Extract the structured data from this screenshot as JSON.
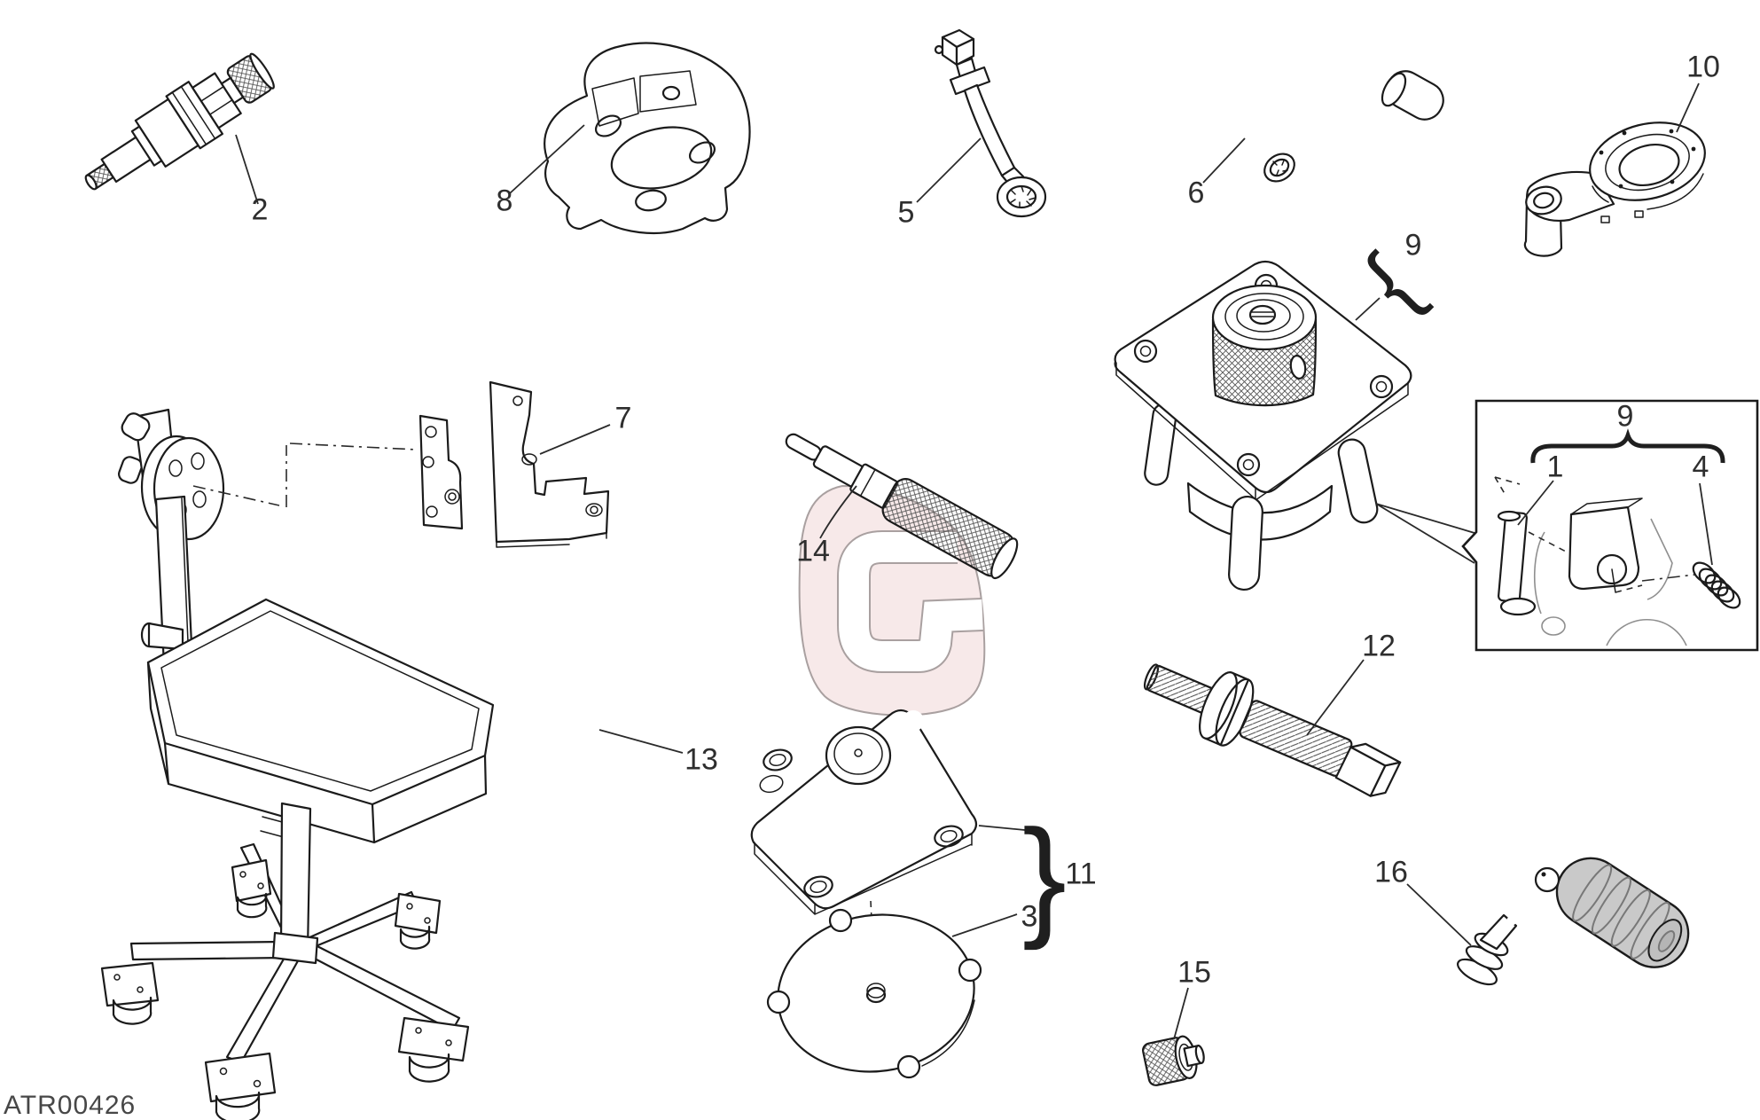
{
  "diagram": {
    "code": "ATR00426",
    "watermark_letter": "G",
    "colors": {
      "line": "#1b1b1b",
      "grip_gray": "#c9c9c9",
      "watermark_pink": "#f7e9e9",
      "watermark_outline": "#a9a0a0"
    },
    "callouts": {
      "c1": "1",
      "c2": "2",
      "c3": "3",
      "c4": "4",
      "c5": "5",
      "c6": "6",
      "c7": "7",
      "c8": "8",
      "c9_main": "9",
      "c9_inset": "9",
      "c10": "10",
      "c11": "11",
      "c12": "12",
      "c13": "13",
      "c14": "14",
      "c15": "15",
      "c16": "16"
    },
    "braces": {
      "main": "{",
      "group11": "}"
    }
  }
}
